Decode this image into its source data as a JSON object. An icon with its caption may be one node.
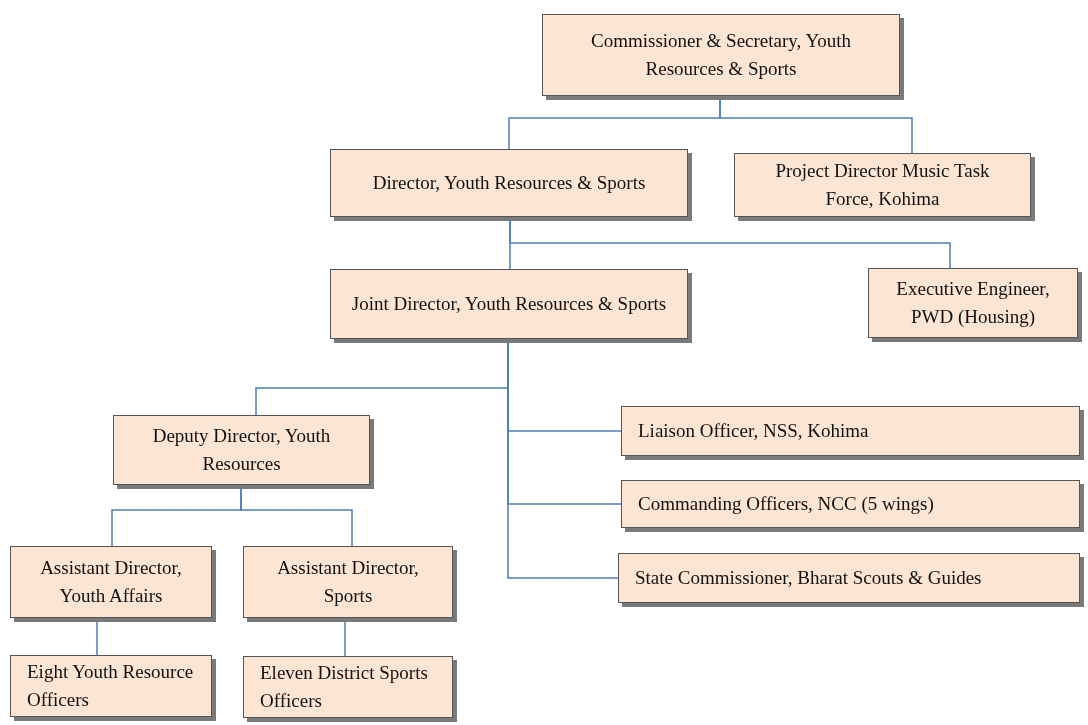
{
  "diagram": {
    "nodes": [
      {
        "text": [
          "Commissioner & Secretary, Youth Resources & Sports"
        ]
      },
      {
        "text": [
          "Director, Youth Resources & Sports"
        ]
      },
      {
        "text": [
          "Project Director Music Task Force, Kohima"
        ]
      },
      {
        "text": [
          "Joint Director, Youth Resources & Sports"
        ]
      },
      {
        "text": [
          "Executive Engineer, PWD (Housing)"
        ]
      },
      {
        "text": [
          "Deputy Director, Youth Resources"
        ]
      },
      {
        "text": [
          "Liaison Officer, NSS, Kohima"
        ]
      },
      {
        "text": [
          "Commanding Officers, NCC (5 wings)"
        ]
      },
      {
        "text": [
          "State Commissioner, Bharat Scouts & Guides"
        ]
      },
      {
        "text": [
          "Assistant Director, Youth Affairs"
        ]
      },
      {
        "text": [
          "Assistant Director, Sports"
        ]
      },
      {
        "text": [
          "Eight Youth Resource Officers"
        ]
      },
      {
        "text": [
          "Eleven District Sports Officers"
        ]
      }
    ],
    "edges": [
      {
        "from": 0,
        "to": 1,
        "arrow": "none"
      },
      {
        "from": 0,
        "to": 2,
        "arrow": "none"
      },
      {
        "from": 1,
        "to": 3,
        "arrow": "none"
      },
      {
        "from": 1,
        "to": 4,
        "arrow": "none"
      },
      {
        "from": 3,
        "to": 5,
        "arrow": "none"
      },
      {
        "from": 3,
        "to": 6,
        "arrow": "none"
      },
      {
        "from": 3,
        "to": 7,
        "arrow": "none"
      },
      {
        "from": 3,
        "to": 8,
        "arrow": "none"
      },
      {
        "from": 5,
        "to": 9,
        "arrow": "none"
      },
      {
        "from": 5,
        "to": 10,
        "arrow": "none"
      },
      {
        "from": 9,
        "to": 11,
        "arrow": "none"
      },
      {
        "from": 10,
        "to": 12,
        "arrow": "none"
      }
    ]
  }
}
